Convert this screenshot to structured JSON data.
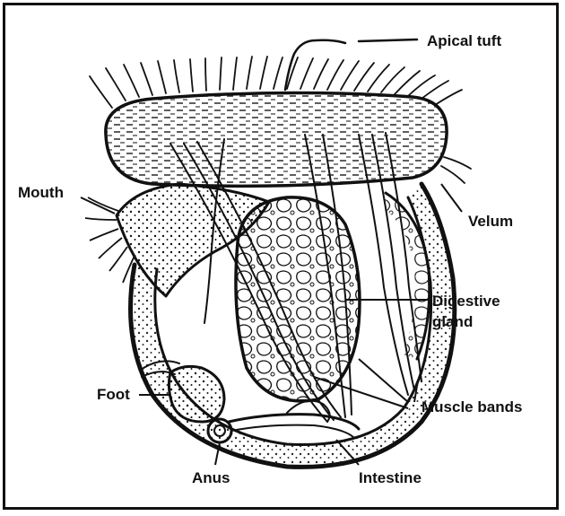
{
  "labels": {
    "apical_tuft": "Apical tuft",
    "mouth": "Mouth",
    "velum": "Velum",
    "digestive_gland_line1": "Digestive",
    "digestive_gland_line2": "gland",
    "foot": "Foot",
    "muscle_bands": "Muscle bands",
    "anus": "Anus",
    "intestine": "Intestine"
  },
  "colors": {
    "ink": "#111111",
    "background": "#ffffff"
  }
}
